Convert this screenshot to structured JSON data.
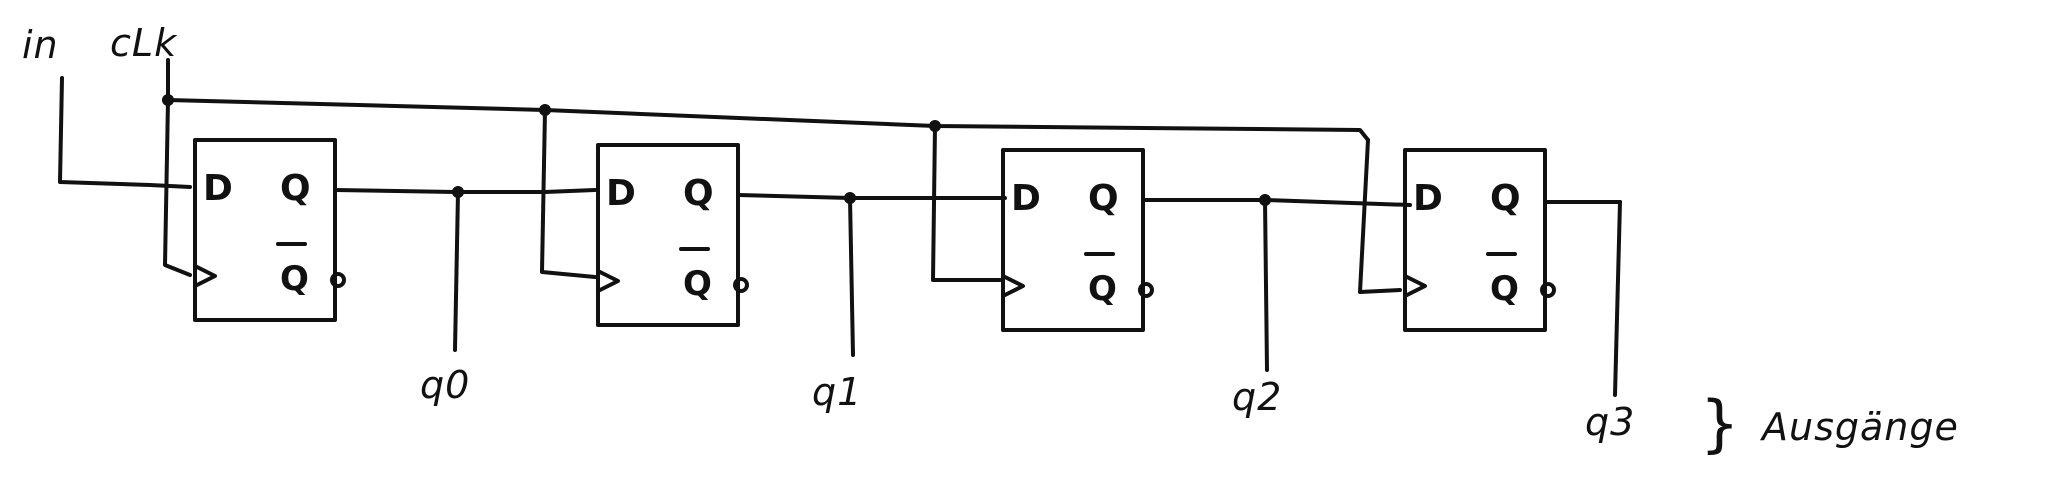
{
  "inputs": {
    "in_label": "in",
    "clk_label": "cLk"
  },
  "flipflops": [
    {
      "d_label": "D",
      "q_label": "Q",
      "qbar_label": "Q",
      "output_label": "q0"
    },
    {
      "d_label": "D",
      "q_label": "Q",
      "qbar_label": "Q",
      "output_label": "q1"
    },
    {
      "d_label": "D",
      "q_label": "Q",
      "qbar_label": "Q",
      "output_label": "q2"
    },
    {
      "d_label": "D",
      "q_label": "Q",
      "qbar_label": "Q",
      "output_label": "q3"
    }
  ],
  "outputs": {
    "brace": "}",
    "group_label": "Ausgänge"
  }
}
